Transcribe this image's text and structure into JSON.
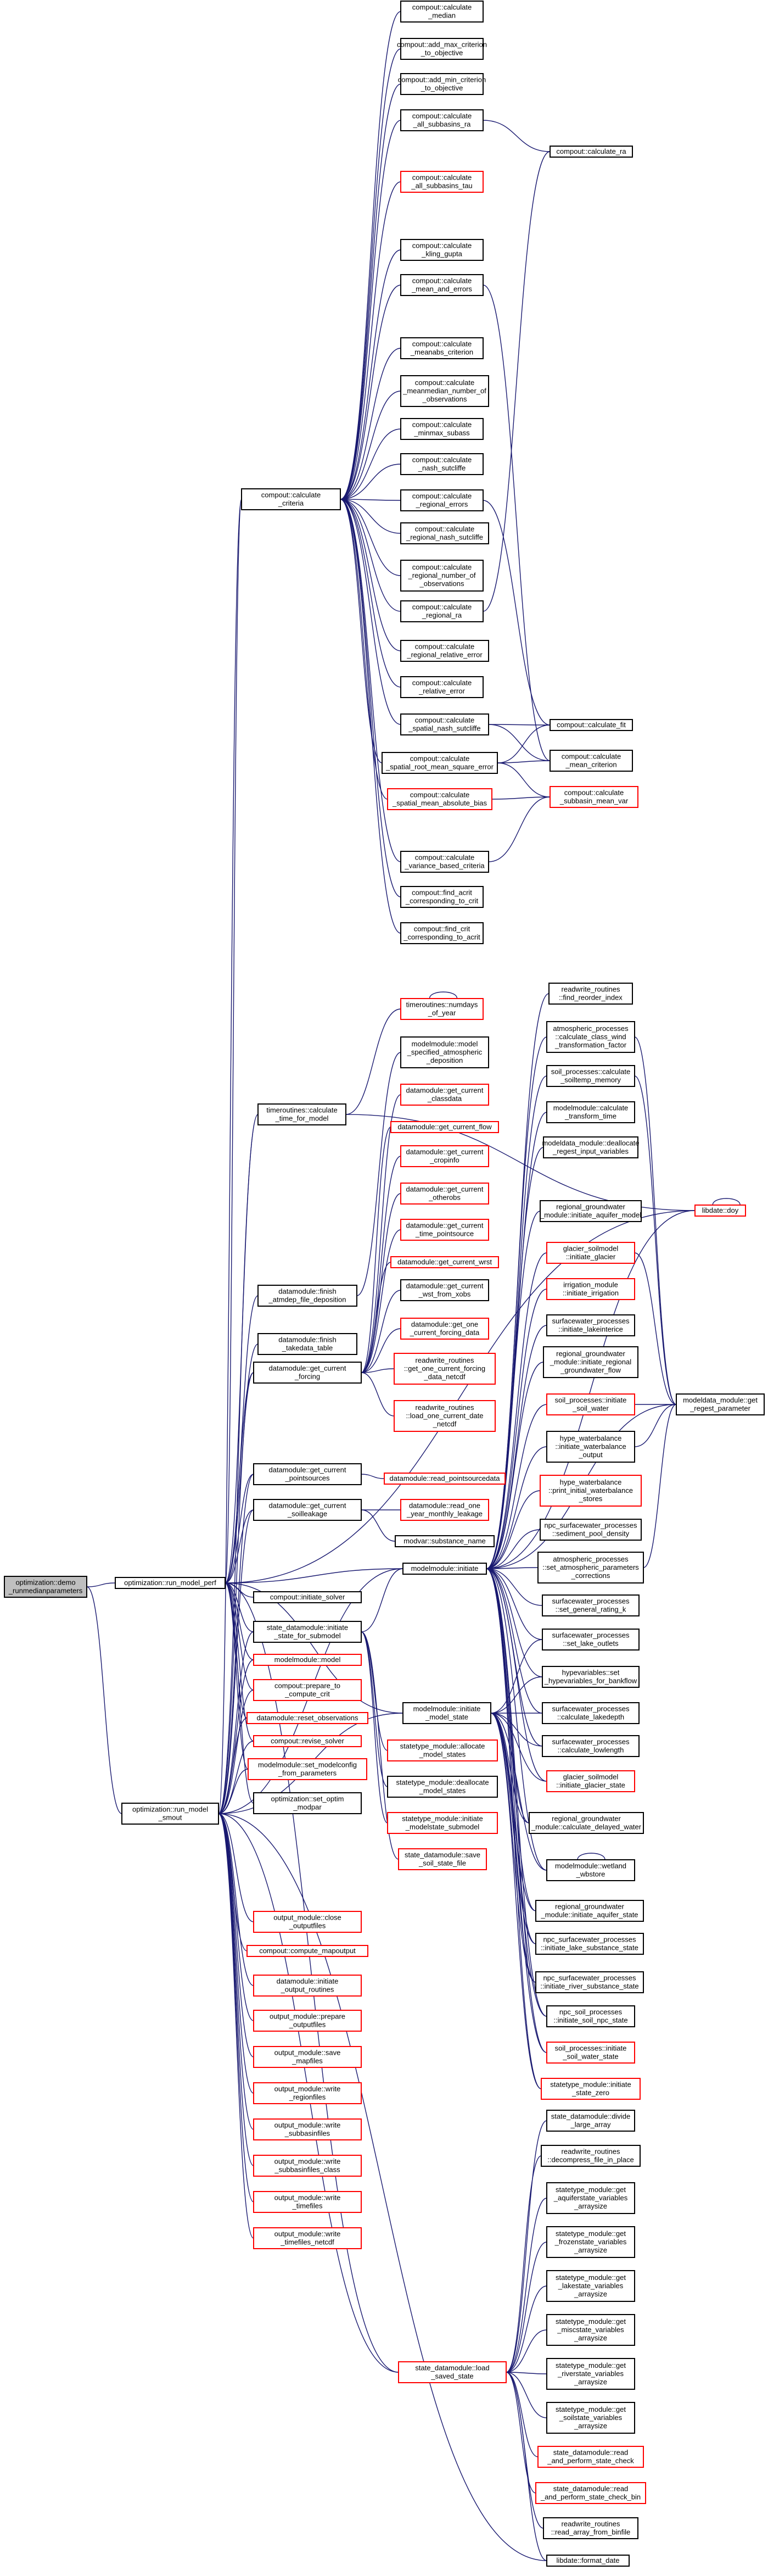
{
  "nodes": [
    {
      "id": "root",
      "label": [
        "optimization::demo",
        "_runmedianparameters"
      ],
      "color": "gray"
    },
    {
      "id": "run_model_perf",
      "label": [
        "optimization::run_model_perf"
      ],
      "color": "black"
    },
    {
      "id": "run_model_smout",
      "label": [
        "optimization::run_model",
        "_smout"
      ],
      "color": "black"
    },
    {
      "id": "calc_criteria",
      "label": [
        "compout::calculate",
        "_criteria"
      ],
      "color": "black"
    },
    {
      "id": "median",
      "label": [
        "compout::calculate",
        "_median"
      ],
      "color": "black"
    },
    {
      "id": "add_max",
      "label": [
        "compout::add_max_criterion",
        "_to_objective"
      ],
      "color": "black"
    },
    {
      "id": "add_min",
      "label": [
        "compout::add_min_criterion",
        "_to_objective"
      ],
      "color": "black"
    },
    {
      "id": "all_subbasins_ra",
      "label": [
        "compout::calculate",
        "_all_subbasins_ra"
      ],
      "color": "black"
    },
    {
      "id": "all_subbasins_tau",
      "label": [
        "compout::calculate",
        "_all_subbasins_tau"
      ],
      "color": "red"
    },
    {
      "id": "kling_gupta",
      "label": [
        "compout::calculate",
        "_kling_gupta"
      ],
      "color": "black"
    },
    {
      "id": "mean_and_errors",
      "label": [
        "compout::calculate",
        "_mean_and_errors"
      ],
      "color": "black"
    },
    {
      "id": "meanabs_criterion",
      "label": [
        "compout::calculate",
        "_meanabs_criterion"
      ],
      "color": "black"
    },
    {
      "id": "meanmedian",
      "label": [
        "compout::calculate",
        "_meanmedian_number_of",
        "_observations"
      ],
      "color": "black"
    },
    {
      "id": "minmax_subass",
      "label": [
        "compout::calculate",
        "_minmax_subass"
      ],
      "color": "black"
    },
    {
      "id": "nash_sutcliffe",
      "label": [
        "compout::calculate",
        "_nash_sutcliffe"
      ],
      "color": "black"
    },
    {
      "id": "regional_errors",
      "label": [
        "compout::calculate",
        "_regional_errors"
      ],
      "color": "black"
    },
    {
      "id": "regional_nash",
      "label": [
        "compout::calculate",
        "_regional_nash_sutcliffe"
      ],
      "color": "black"
    },
    {
      "id": "regional_number",
      "label": [
        "compout::calculate",
        "_regional_number_of",
        "_observations"
      ],
      "color": "black"
    },
    {
      "id": "regional_ra",
      "label": [
        "compout::calculate",
        "_regional_ra"
      ],
      "color": "black"
    },
    {
      "id": "regional_relative",
      "label": [
        "compout::calculate",
        "_regional_relative_error"
      ],
      "color": "black"
    },
    {
      "id": "relative_error",
      "label": [
        "compout::calculate",
        "_relative_error"
      ],
      "color": "black"
    },
    {
      "id": "spatial_nash",
      "label": [
        "compout::calculate",
        "_spatial_nash_sutcliffe"
      ],
      "color": "black"
    },
    {
      "id": "spatial_rmse",
      "label": [
        "compout::calculate",
        "_spatial_root_mean_square_error"
      ],
      "color": "black"
    },
    {
      "id": "spatial_mae",
      "label": [
        "compout::calculate",
        "_spatial_mean_absolute_bias"
      ],
      "color": "red"
    },
    {
      "id": "variance_based",
      "label": [
        "compout::calculate",
        "_variance_based_criteria"
      ],
      "color": "black"
    },
    {
      "id": "find_acrit",
      "label": [
        "compout::find_acrit",
        "_corresponding_to_crit"
      ],
      "color": "black"
    },
    {
      "id": "find_crit",
      "label": [
        "compout::find_crit",
        "_corresponding_to_acrit"
      ],
      "color": "black"
    },
    {
      "id": "calc_ra",
      "label": [
        "compout::calculate_ra"
      ],
      "color": "black"
    },
    {
      "id": "calc_fit",
      "label": [
        "compout::calculate_fit"
      ],
      "color": "black"
    },
    {
      "id": "mean_criterion",
      "label": [
        "compout::calculate",
        "_mean_criterion"
      ],
      "color": "black"
    },
    {
      "id": "subbasin_mean_var",
      "label": [
        "compout::calculate",
        "_subbasin_mean_var"
      ],
      "color": "red"
    },
    {
      "id": "calc_time_for_model",
      "label": [
        "timeroutines::calculate",
        "_time_for_model"
      ],
      "color": "black"
    },
    {
      "id": "numdays",
      "label": [
        "timeroutines::numdays",
        "_of_year"
      ],
      "color": "red"
    },
    {
      "id": "specified_deposition",
      "label": [
        "modelmodule::model",
        "_specified_atmospheric",
        "_deposition"
      ],
      "color": "black"
    },
    {
      "id": "finish_atmdep",
      "label": [
        "datamodule::finish",
        "_atmdep_file_deposition"
      ],
      "color": "black"
    },
    {
      "id": "get_current_classdata",
      "label": [
        "datamodule::get_current",
        "_classdata"
      ],
      "color": "red"
    },
    {
      "id": "get_current_flow",
      "label": [
        "datamodule::get_current_flow"
      ],
      "color": "red"
    },
    {
      "id": "get_current_cropinfo",
      "label": [
        "datamodule::get_current",
        "_cropinfo"
      ],
      "color": "red"
    },
    {
      "id": "get_current_otherobs",
      "label": [
        "datamodule::get_current",
        "_otherobs"
      ],
      "color": "red"
    },
    {
      "id": "get_current_time_pointsource",
      "label": [
        "datamodule::get_current",
        "_time_pointsource"
      ],
      "color": "red"
    },
    {
      "id": "get_current_wrst",
      "label": [
        "datamodule::get_current_wrst"
      ],
      "color": "red"
    },
    {
      "id": "get_current_wst_from_xobs",
      "label": [
        "datamodule::get_current",
        "_wst_from_xobs"
      ],
      "color": "black"
    },
    {
      "id": "get_one_current_forcing",
      "label": [
        "datamodule::get_one",
        "_current_forcing_data"
      ],
      "color": "red"
    },
    {
      "id": "get_one_current_forcing_nc",
      "label": [
        "readwrite_routines",
        "::get_one_current_forcing",
        "_data_netcdf"
      ],
      "color": "red"
    },
    {
      "id": "load_one_current_netcdf",
      "label": [
        "readwrite_routines",
        "::load_one_current_date",
        "_netcdf"
      ],
      "color": "red"
    },
    {
      "id": "finish_takedata",
      "label": [
        "datamodule::finish",
        "_takedata_table"
      ],
      "color": "black"
    },
    {
      "id": "get_current_forcing",
      "label": [
        "datamodule::get_current",
        "_forcing"
      ],
      "color": "black"
    },
    {
      "id": "get_current_pointsources",
      "label": [
        "datamodule::get_current",
        "_pointsources"
      ],
      "color": "black"
    },
    {
      "id": "read_pointsourcedata",
      "label": [
        "datamodule::read_pointsourcedata"
      ],
      "color": "red"
    },
    {
      "id": "get_current_soilleakage",
      "label": [
        "datamodule::get_current",
        "_soilleakage"
      ],
      "color": "black"
    },
    {
      "id": "read_one_year_leakage",
      "label": [
        "datamodule::read_one",
        "_year_monthly_leakage"
      ],
      "color": "red"
    },
    {
      "id": "modvar_subst_name",
      "label": [
        "modvar::substance_name"
      ],
      "color": "black"
    },
    {
      "id": "modelmodule_initiate",
      "label": [
        "modelmodule::initiate"
      ],
      "color": "black"
    },
    {
      "id": "initiate_solver",
      "label": [
        "compout::initiate_solver"
      ],
      "color": "black"
    },
    {
      "id": "state_datamodule_initiate",
      "label": [
        "state_datamodule::initiate",
        "_state_for_submodel"
      ],
      "color": "black"
    },
    {
      "id": "modelmodule_model",
      "label": [
        "modelmodule::model"
      ],
      "color": "red"
    },
    {
      "id": "prepare_to_compute",
      "label": [
        "compout::prepare_to",
        "_compute_crit"
      ],
      "color": "red"
    },
    {
      "id": "reset_observations",
      "label": [
        "datamodule::reset_observations"
      ],
      "color": "red"
    },
    {
      "id": "revise_solver",
      "label": [
        "compout::revise_solver"
      ],
      "color": "red"
    },
    {
      "id": "set_modelconfig",
      "label": [
        "modelmodule::set_modelconfig",
        "_from_parameters"
      ],
      "color": "red"
    },
    {
      "id": "set_optim_modpar",
      "label": [
        "optimization::set_optim",
        "_modpar"
      ],
      "color": "black"
    },
    {
      "id": "close_outputfiles",
      "label": [
        "output_module::close",
        "_outputfiles"
      ],
      "color": "red"
    },
    {
      "id": "compute_mapoutput",
      "label": [
        "compout::compute_mapoutput"
      ],
      "color": "red"
    },
    {
      "id": "initiate_output_routines",
      "label": [
        "datamodule::initiate",
        "_output_routines"
      ],
      "color": "red"
    },
    {
      "id": "prepare_outputfiles",
      "label": [
        "output_module::prepare",
        "_outputfiles"
      ],
      "color": "red"
    },
    {
      "id": "save_mapfiles",
      "label": [
        "output_module::save",
        "_mapfiles"
      ],
      "color": "red"
    },
    {
      "id": "write_regionfiles",
      "label": [
        "output_module::write",
        "_regionfiles"
      ],
      "color": "red"
    },
    {
      "id": "write_subbasinfiles",
      "label": [
        "output_module::write",
        "_subbasinfiles"
      ],
      "color": "red"
    },
    {
      "id": "write_subbasinfiles_class",
      "label": [
        "output_module::write",
        "_subbasinfiles_class"
      ],
      "color": "red"
    },
    {
      "id": "write_timefiles",
      "label": [
        "output_module::write",
        "_timefiles"
      ],
      "color": "red"
    },
    {
      "id": "write_timefiles_netcdf",
      "label": [
        "output_module::write",
        "_timefiles_netcdf"
      ],
      "color": "red"
    },
    {
      "id": "find_reorder_index",
      "label": [
        "readwrite_routines",
        "::find_reorder_index"
      ],
      "color": "black"
    },
    {
      "id": "class_wind",
      "label": [
        "atmospheric_processes",
        "::calculate_class_wind",
        "_transformation_factor"
      ],
      "color": "black"
    },
    {
      "id": "soiltemp_memory",
      "label": [
        "soil_processes::calculate",
        "_soiltemp_memory"
      ],
      "color": "black"
    },
    {
      "id": "transform_time",
      "label": [
        "modelmodule::calculate",
        "_transform_time"
      ],
      "color": "black"
    },
    {
      "id": "deallocate_regest",
      "label": [
        "modeldata_module::deallocate",
        "_regest_input_variables"
      ],
      "color": "black"
    },
    {
      "id": "regional_aquifer",
      "label": [
        "regional_groundwater",
        "_module::initiate_aquifer_model"
      ],
      "color": "black"
    },
    {
      "id": "initiate_glacier",
      "label": [
        "glacier_soilmodel",
        "::initiate_glacier"
      ],
      "color": "red"
    },
    {
      "id": "initiate_irrigation",
      "label": [
        "irrigation_module",
        "::initiate_irrigation"
      ],
      "color": "red"
    },
    {
      "id": "initiate_lakeinterice",
      "label": [
        "surfacewater_processes",
        "::initiate_lakeinterice"
      ],
      "color": "black"
    },
    {
      "id": "initiate_regional_gw",
      "label": [
        "regional_groundwater",
        "_module::initiate_regional",
        "_groundwater_flow"
      ],
      "color": "black"
    },
    {
      "id": "initiate_soil_water",
      "label": [
        "soil_processes::initiate",
        "_soil_water"
      ],
      "color": "red"
    },
    {
      "id": "hype_wb_output",
      "label": [
        "hype_waterbalance",
        "::initiate_waterbalance",
        "_output"
      ],
      "color": "black"
    },
    {
      "id": "hype_wb_print",
      "label": [
        "hype_waterbalance",
        "::print_initial_waterbalance",
        "_stores"
      ],
      "color": "red"
    },
    {
      "id": "npc_sediment",
      "label": [
        "npc_surfacewater_processes",
        "::sediment_pool_density"
      ],
      "color": "black"
    },
    {
      "id": "atm_parameters",
      "label": [
        "atmospheric_processes",
        "::set_atmospheric_parameters",
        "_corrections"
      ],
      "color": "black"
    },
    {
      "id": "set_general_rating",
      "label": [
        "surfacewater_processes",
        "::set_general_rating_k"
      ],
      "color": "black"
    },
    {
      "id": "set_lake_outlets",
      "label": [
        "surfacewater_processes",
        "::set_lake_outlets"
      ],
      "color": "black"
    },
    {
      "id": "hypevariables",
      "label": [
        "hypevariables::set",
        "_hypevariables_for_bankflow"
      ],
      "color": "black"
    },
    {
      "id": "calc_lakedepth",
      "label": [
        "surfacewater_processes",
        "::calculate_lakedepth"
      ],
      "color": "black"
    },
    {
      "id": "calc_lowlength",
      "label": [
        "surfacewater_processes",
        "::calculate_lowlength"
      ],
      "color": "black"
    },
    {
      "id": "glacier_state",
      "label": [
        "glacier_soilmodel",
        "::initiate_glacier_state"
      ],
      "color": "red"
    },
    {
      "id": "regest_parameter",
      "label": [
        "modeldata_module::get",
        "_regest_parameter"
      ],
      "color": "black"
    },
    {
      "id": "libdate_doy",
      "label": [
        "libdate::doy"
      ],
      "color": "red"
    },
    {
      "id": "modelmodule_initiate_state",
      "label": [
        "modelmodule::initiate",
        "_model_state"
      ],
      "color": "black"
    },
    {
      "id": "statetype_allocate",
      "label": [
        "statetype_module::allocate",
        "_model_states"
      ],
      "color": "red"
    },
    {
      "id": "statetype_deallocate",
      "label": [
        "statetype_module::deallocate",
        "_model_states"
      ],
      "color": "black"
    },
    {
      "id": "statetype_initiate_submodel",
      "label": [
        "statetype_module::initiate",
        "_modelstate_submodel"
      ],
      "color": "red"
    },
    {
      "id": "save_soil_state",
      "label": [
        "state_datamodule::save",
        "_soil_state_file"
      ],
      "color": "red"
    },
    {
      "id": "delayed_water",
      "label": [
        "regional_groundwater",
        "_module::calculate_delayed_water"
      ],
      "color": "black"
    },
    {
      "id": "wetland_wbstore",
      "label": [
        "modelmodule::wetland",
        "_wbstore"
      ],
      "color": "black"
    },
    {
      "id": "aquifer_state",
      "label": [
        "regional_groundwater",
        "_module::initiate_aquifer_state"
      ],
      "color": "black"
    },
    {
      "id": "npc_lake_substance",
      "label": [
        "npc_surfacewater_processes",
        "::initiate_lake_substance_state"
      ],
      "color": "black"
    },
    {
      "id": "npc_river_substance",
      "label": [
        "npc_surfacewater_processes",
        "::initiate_river_substance_state"
      ],
      "color": "black"
    },
    {
      "id": "npc_soil_state",
      "label": [
        "npc_soil_processes",
        "::initiate_soil_npc_state"
      ],
      "color": "black"
    },
    {
      "id": "soil_water_state",
      "label": [
        "soil_processes::initiate",
        "_soil_water_state"
      ],
      "color": "red"
    },
    {
      "id": "statetype_initiate_state_zero",
      "label": [
        "statetype_module::initiate",
        "_state_zero"
      ],
      "color": "red"
    },
    {
      "id": "state_load_saved",
      "label": [
        "state_datamodule::load",
        "_saved_state"
      ],
      "color": "red"
    },
    {
      "id": "state_divide_large",
      "label": [
        "state_datamodule::divide",
        "_large_array"
      ],
      "color": "black"
    },
    {
      "id": "decompress_file",
      "label": [
        "readwrite_routines",
        "::decompress_file_in_place"
      ],
      "color": "black"
    },
    {
      "id": "get_aquifer_vars",
      "label": [
        "statetype_module::get",
        "_aquiferstate_variables",
        "_arraysize"
      ],
      "color": "black"
    },
    {
      "id": "get_frozen_vars",
      "label": [
        "statetype_module::get",
        "_frozenstate_variables",
        "_arraysize"
      ],
      "color": "black"
    },
    {
      "id": "get_lake_vars",
      "label": [
        "statetype_module::get",
        "_lakestate_variables",
        "_arraysize"
      ],
      "color": "black"
    },
    {
      "id": "get_misc_vars",
      "label": [
        "statetype_module::get",
        "_miscstate_variables",
        "_arraysize"
      ],
      "color": "black"
    },
    {
      "id": "get_river_vars",
      "label": [
        "statetype_module::get",
        "_riverstate_variables",
        "_arraysize"
      ],
      "color": "black"
    },
    {
      "id": "get_soil_vars",
      "label": [
        "statetype_module::get",
        "_soilstate_variables",
        "_arraysize"
      ],
      "color": "black"
    },
    {
      "id": "read_and_perform",
      "label": [
        "state_datamodule::read",
        "_and_perform_state_check"
      ],
      "color": "red"
    },
    {
      "id": "read_and_perform_bin",
      "label": [
        "state_datamodule::read",
        "_and_perform_state_check_bin"
      ],
      "color": "red"
    },
    {
      "id": "read_array_from_binfile",
      "label": [
        "readwrite_routines",
        "::read_array_from_binfile"
      ],
      "color": "black"
    },
    {
      "id": "libdate_format",
      "label": [
        "libdate::format_date"
      ],
      "color": "black"
    }
  ]
}
